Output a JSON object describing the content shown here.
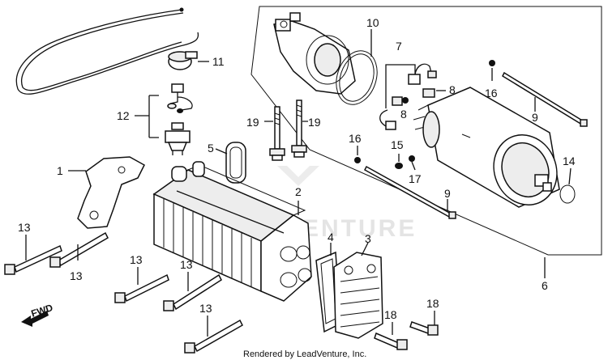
{
  "diagram": {
    "footer": "Rendered by LeadVenture, Inc.",
    "watermark": "VENTURE",
    "fwd_label": "FWD",
    "callouts": {
      "c1": "1",
      "c2": "2",
      "c3": "3",
      "c4": "4",
      "c5": "5",
      "c6": "6",
      "c7": "7",
      "c8a": "8",
      "c8b": "8",
      "c9a": "9",
      "c9b": "9",
      "c10": "10",
      "c11": "11",
      "c12": "12",
      "c13a": "13",
      "c13b": "13",
      "c13c": "13",
      "c13d": "13",
      "c13e": "13",
      "c14": "14",
      "c15": "15",
      "c16a": "16",
      "c16b": "16",
      "c17": "17",
      "c18a": "18",
      "c18b": "18",
      "c19a": "19",
      "c19b": "19"
    }
  }
}
